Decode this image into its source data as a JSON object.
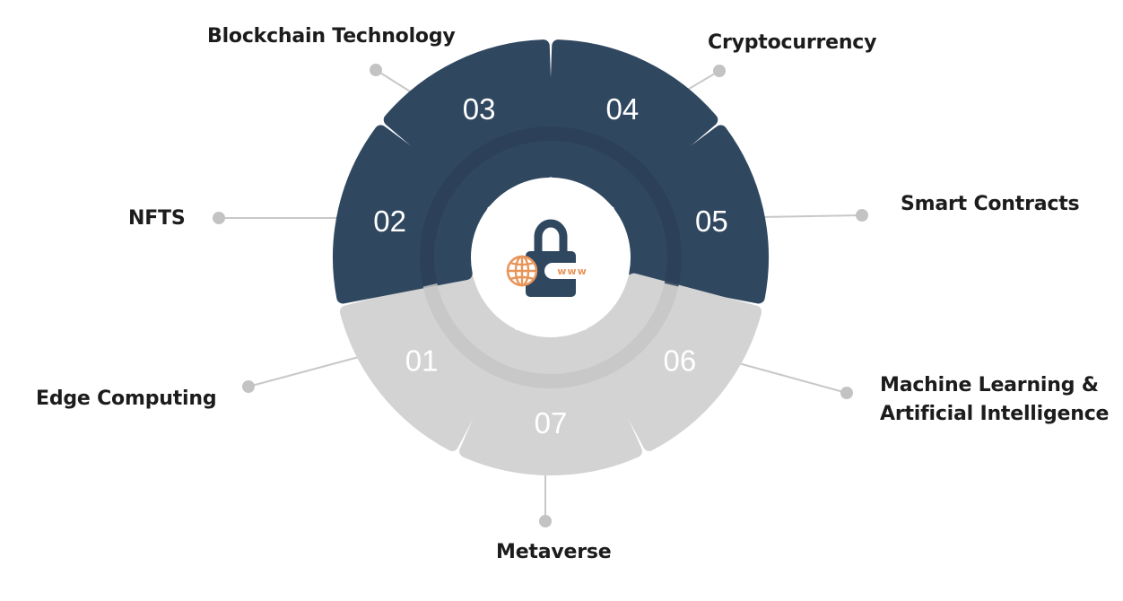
{
  "colors": {
    "dark": "#304760",
    "light": "#d3d3d3",
    "inner_ring": "#2b4058",
    "inner_ring_light": "#c6c6c6",
    "leader": "#c8c8c8",
    "dot": "#c3c3c3",
    "globe": "#e8955a",
    "lock": "#304760"
  },
  "center_icon": {
    "name": "lock-www-icon",
    "text": "www"
  },
  "segments": [
    {
      "number": "01",
      "label": "Edge Computing",
      "tone": "light"
    },
    {
      "number": "02",
      "label": "NFTS",
      "tone": "dark"
    },
    {
      "number": "03",
      "label": "Blockchain Technology",
      "tone": "dark"
    },
    {
      "number": "04",
      "label": "Cryptocurrency",
      "tone": "dark"
    },
    {
      "number": "05",
      "label": "Smart Contracts",
      "tone": "dark"
    },
    {
      "number": "06",
      "label": "Machine Learning &\nArtificial Intelligence",
      "tone": "light"
    },
    {
      "number": "07",
      "label": "Metaverse",
      "tone": "light"
    }
  ]
}
